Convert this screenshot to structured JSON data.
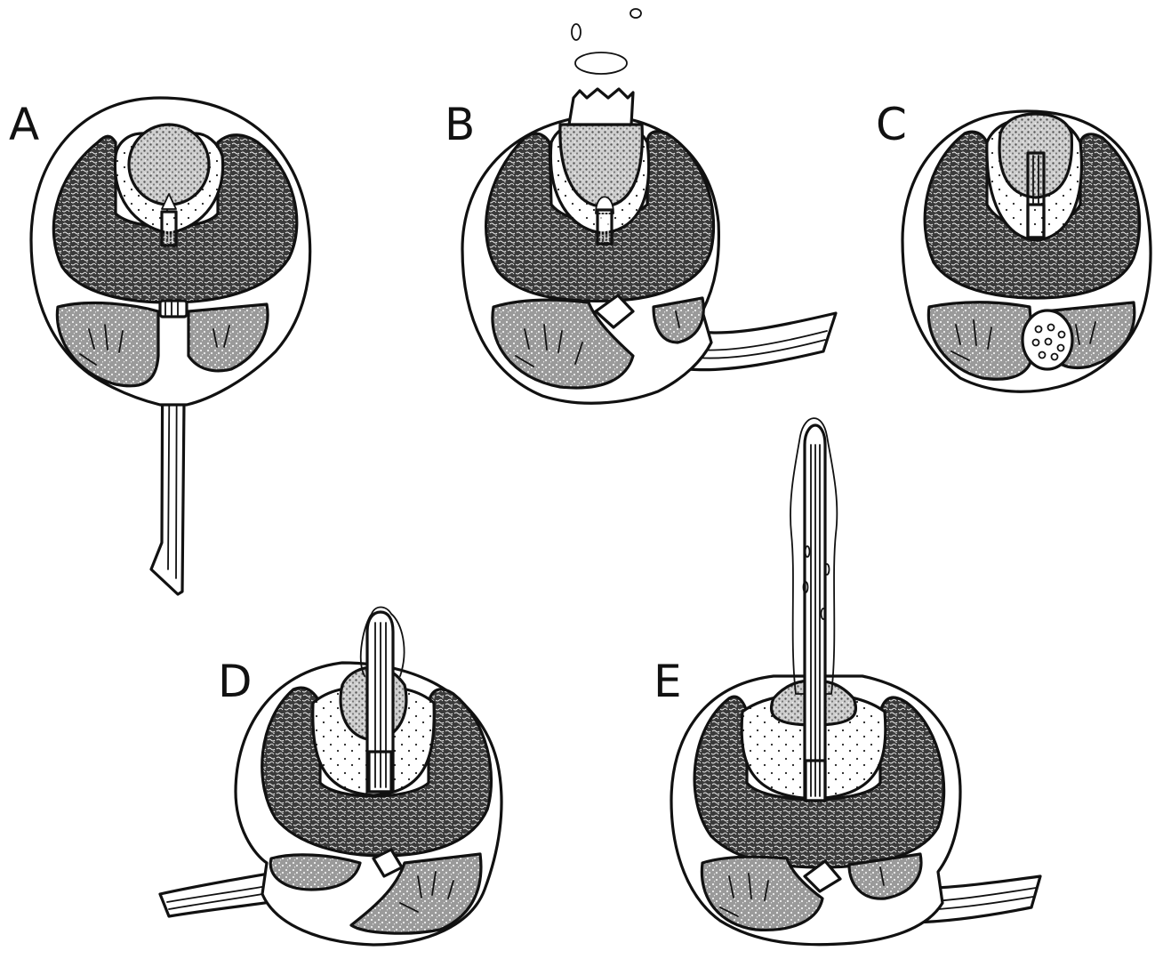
{
  "figure": {
    "panels": [
      {
        "id": "A",
        "label": "A"
      },
      {
        "id": "B",
        "label": "B"
      },
      {
        "id": "C",
        "label": "C"
      },
      {
        "id": "D",
        "label": "D"
      },
      {
        "id": "E",
        "label": "E"
      }
    ]
  },
  "colors": {
    "background": "#ffffff",
    "ink": "#111111"
  }
}
